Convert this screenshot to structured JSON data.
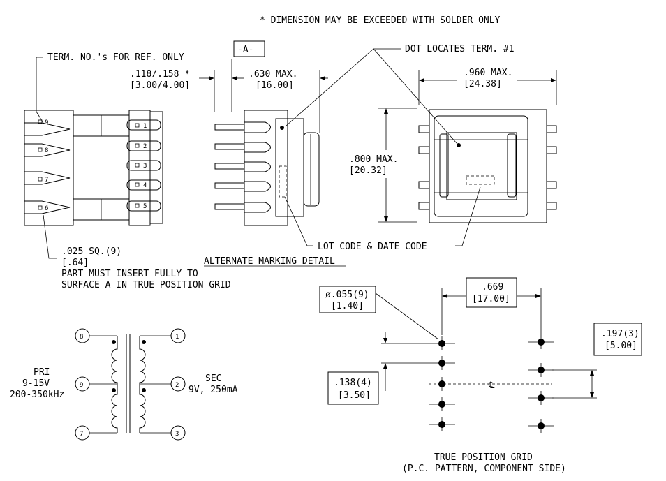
{
  "notes": {
    "dimension_note": "* DIMENSION MAY BE EXCEEDED WITH SOLDER ONLY",
    "term_ref": "TERM. NO.'s FOR REF. ONLY",
    "datum": "-A-",
    "dot_note": "DOT LOCATES TERM. #1",
    "alt_marking": "ALTERNATE MARKING DETAIL",
    "lot_code": "LOT CODE & DATE CODE",
    "pin_size_in": ".025 SQ.(9)",
    "pin_size_mm": "[.64]",
    "insert_note_1": "PART MUST INSERT FULLY TO",
    "insert_note_2": "SURFACE A IN TRUE POSITION GRID"
  },
  "dimensions": {
    "pin_length_in": ".118/.158 *",
    "pin_length_mm": "[3.00/4.00]",
    "depth_in": ".630 MAX.",
    "depth_mm": "[16.00]",
    "width_in": ".960 MAX.",
    "width_mm": "[24.38]",
    "height_in": ".800 MAX.",
    "height_mm": "[20.32]"
  },
  "terminals": {
    "left": [
      "9",
      "8",
      "7",
      "6"
    ],
    "right": [
      "1",
      "2",
      "3",
      "4",
      "5"
    ]
  },
  "schematic": {
    "pri_label": "PRI",
    "pri_voltage": "9-15V",
    "pri_freq": "200-350kHz",
    "sec_label": "SEC",
    "sec_rating": "9V, 250mA",
    "pins_left": [
      "8",
      "9",
      "7"
    ],
    "pins_right": [
      "1",
      "2",
      "3"
    ]
  },
  "grid": {
    "hole_dia_in": "ø.055(9)",
    "hole_dia_mm": "[1.40]",
    "spacing_in": ".669",
    "spacing_mm": "[17.00]",
    "pitch_right_in": ".197(3)",
    "pitch_right_mm": "[5.00]",
    "pitch_left_in": ".138(4)",
    "pitch_left_mm": "[3.50]",
    "centerline": "℄",
    "title": "TRUE POSITION GRID",
    "subtitle": "(P.C. PATTERN, COMPONENT SIDE)"
  }
}
